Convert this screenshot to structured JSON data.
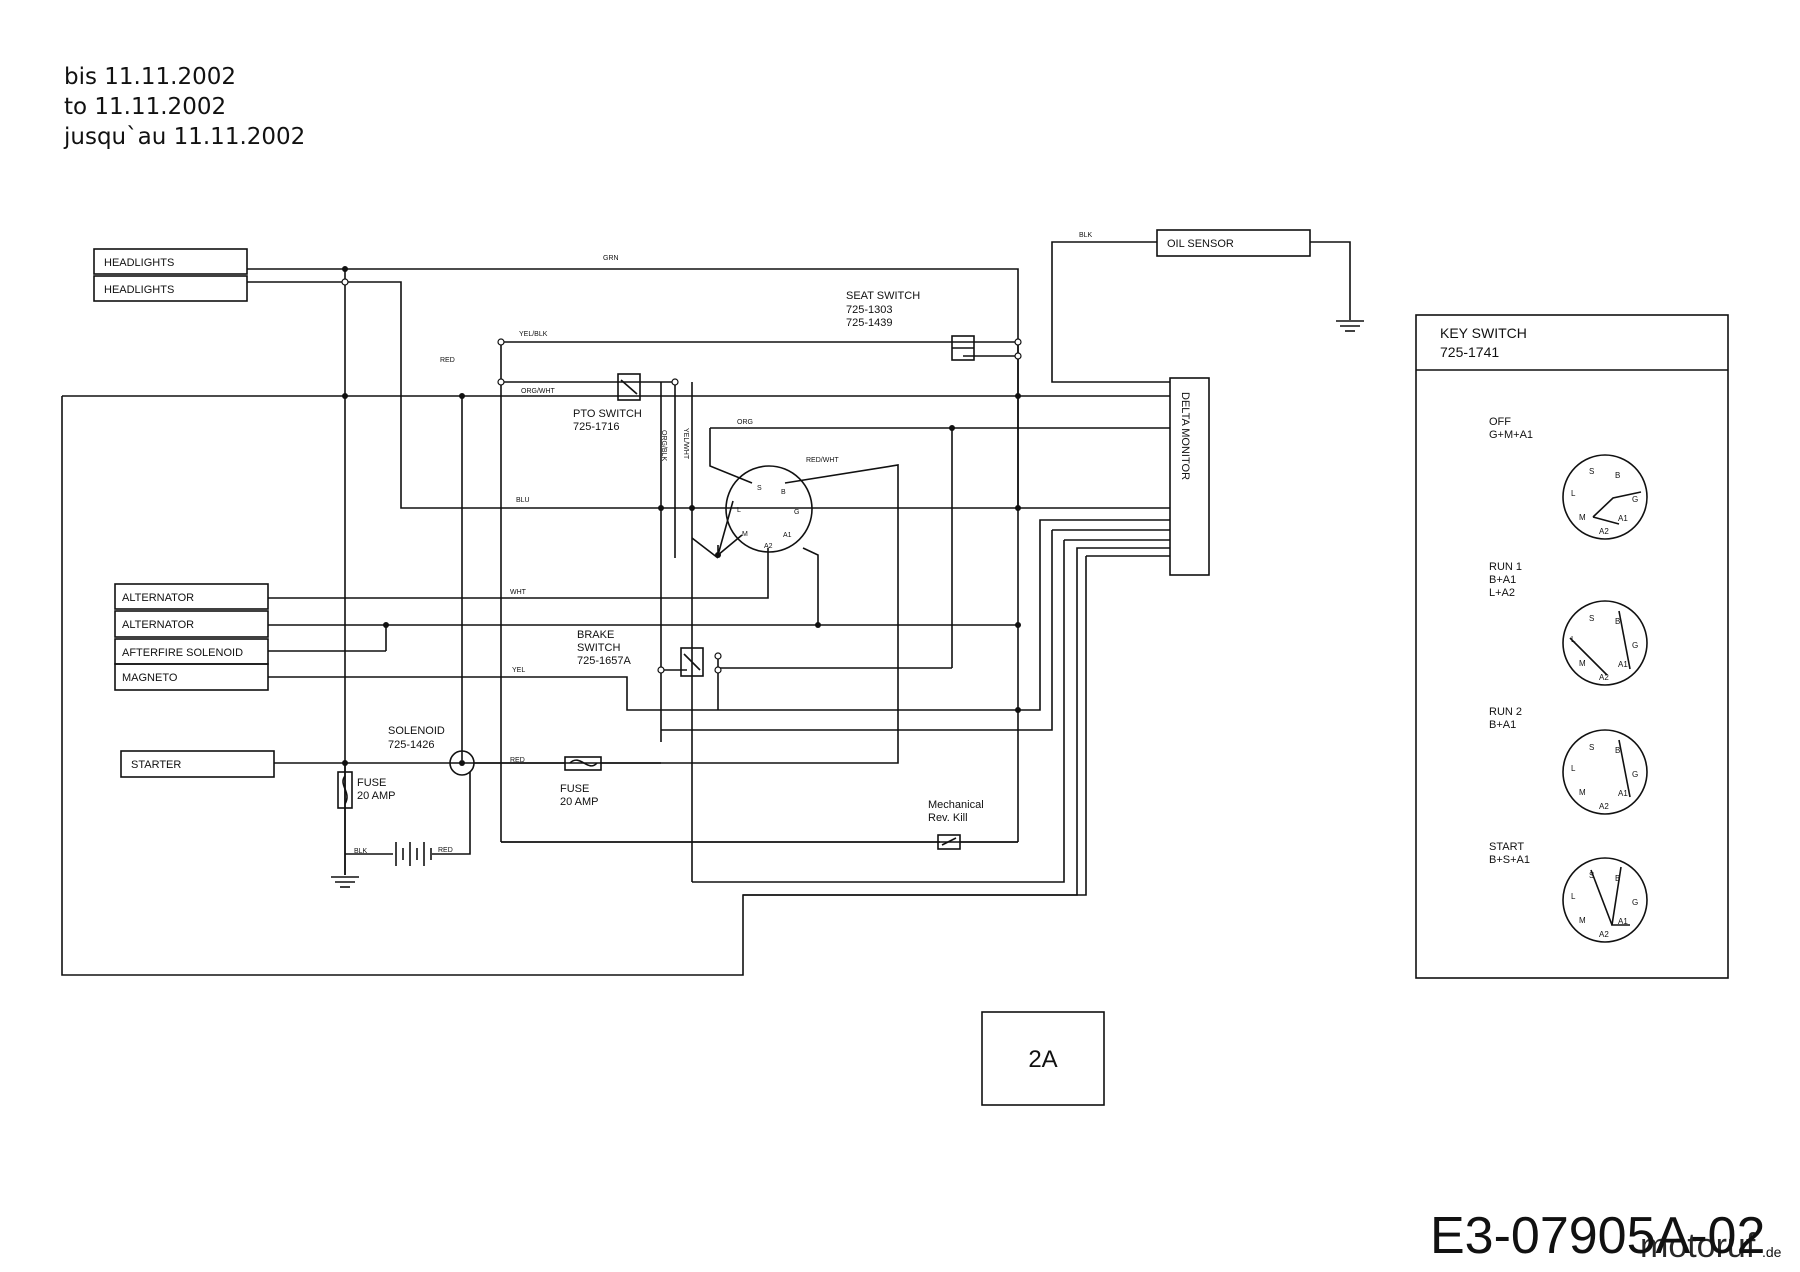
{
  "header": {
    "line1": "bis 11.11.2002",
    "line2": "to 11.11.2002",
    "line3": "jusqu`au 11.11.2002"
  },
  "components": {
    "headlights_1": "HEADLIGHTS",
    "headlights_2": "HEADLIGHTS",
    "alternator_1": "ALTERNATOR",
    "alternator_2": "ALTERNATOR",
    "afterfire": "AFTERFIRE SOLENOID",
    "magneto": "MAGNETO",
    "starter": "STARTER",
    "oil_sensor": "OIL SENSOR",
    "delta_monitor": "DELTA MONITOR",
    "seat_switch": [
      "SEAT SWITCH",
      "725-1303",
      "725-1439"
    ],
    "pto_switch": [
      "PTO SWITCH",
      "725-1716"
    ],
    "brake_switch": [
      "BRAKE",
      "SWITCH",
      "725-1657A"
    ],
    "solenoid": [
      "SOLENOID",
      "725-1426"
    ],
    "fuse_left": [
      "FUSE",
      "20 AMP"
    ],
    "fuse_mid": [
      "FUSE",
      "20 AMP"
    ],
    "mech_kill": [
      "Mechanical",
      "Rev. Kill"
    ]
  },
  "wires": {
    "grn": "GRN",
    "red_top": "RED",
    "yel_blk": "YEL/BLK",
    "org_wht": "ORG/WHT",
    "org_blk": "ORG/BLK",
    "yel_wht": "YEL/WHT",
    "org": "ORG",
    "red_wht": "RED/WHT",
    "blu": "BLU",
    "wht": "WHT",
    "yel": "YEL",
    "red_solenoid": "RED",
    "blk_batt": "BLK",
    "red_batt": "RED",
    "blk_oil": "BLK"
  },
  "ignition": {
    "terminals": [
      "S",
      "B",
      "L",
      "G",
      "M",
      "A1",
      "A2"
    ]
  },
  "key_switch": {
    "title": "KEY SWITCH",
    "part": "725-1741",
    "positions": [
      {
        "name": "OFF",
        "combo": [
          "G+M+A1"
        ]
      },
      {
        "name": "RUN 1",
        "combo": [
          "B+A1",
          "L+A2"
        ]
      },
      {
        "name": "RUN 2",
        "combo": [
          "B+A1"
        ]
      },
      {
        "name": "START",
        "combo": [
          "B+S+A1"
        ]
      }
    ],
    "dial_terminals": [
      "S",
      "B",
      "L",
      "G",
      "M",
      "A1",
      "A2"
    ]
  },
  "page_label": "2A",
  "drawing_code": "E3-07905A-02",
  "watermark": "motoruf",
  "watermark_suffix": ".de",
  "colors": {
    "line": "#111111",
    "watermark": "#8a80c8"
  }
}
